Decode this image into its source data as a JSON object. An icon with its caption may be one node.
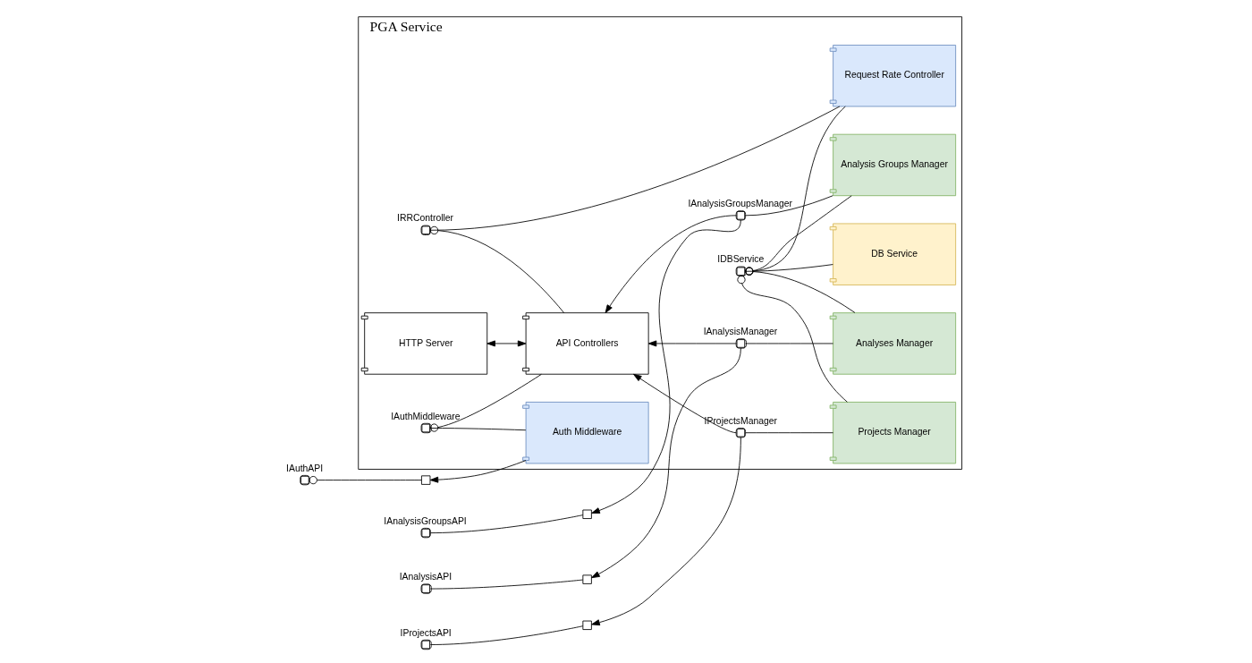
{
  "diagram": {
    "nodes": [
      {
        "text": [
          "PGA Service"
        ]
      },
      {
        "text": [
          "Analysis Groups Manager"
        ],
        "in": 0
      },
      {
        "text": [
          "Analyses Manager"
        ],
        "in": 0
      },
      {
        "text": [
          "Projects Manager"
        ],
        "in": 0
      },
      {
        "text": [
          "DB Service"
        ],
        "in": 0
      },
      {
        "text": [
          "Auth Middleware"
        ],
        "in": 0
      },
      {
        "text": [
          "API Controllers"
        ],
        "in": 0
      },
      {
        "text": [
          "Request Rate Controller"
        ],
        "in": 0
      },
      {
        "text": [
          "HTTP Server"
        ],
        "in": 0
      },
      {
        "text": [
          "IAnalysisGroupsManager"
        ],
        "in": 0
      },
      {
        "text": [
          "IAnalysisManager"
        ],
        "in": 0
      },
      {
        "text": [
          "IProjectsManager"
        ],
        "in": 0
      },
      {
        "text": [
          "IDBService"
        ],
        "in": 0
      },
      {
        "text": [
          "IAuthMiddleware"
        ],
        "in": 0
      },
      {
        "text": [
          "IRRController"
        ],
        "in": 0
      },
      {
        "text": [],
        "shape": "box"
      },
      {
        "text": [],
        "shape": "box"
      },
      {
        "text": [],
        "shape": "box"
      },
      {
        "text": [],
        "shape": "box"
      },
      {
        "text": [
          "IAnalysisGroupsAPI"
        ]
      },
      {
        "text": [
          "IAnalysisAPI"
        ]
      },
      {
        "text": [
          "IProjectsAPI"
        ]
      },
      {
        "text": [
          "IAuthAPI"
        ]
      }
    ],
    "edges": [
      {
        "from": 1,
        "to": 9,
        "arrow": "none"
      },
      {
        "from": 2,
        "to": 10,
        "arrow": "none"
      },
      {
        "from": 3,
        "to": 11,
        "arrow": "none"
      },
      {
        "from": 9,
        "to": 15,
        "arrow": "to"
      },
      {
        "from": 10,
        "to": 16,
        "arrow": "to"
      },
      {
        "from": 11,
        "to": 17,
        "arrow": "to"
      },
      {
        "from": 9,
        "to": 6,
        "arrow": "to"
      },
      {
        "from": 10,
        "to": 6,
        "arrow": "to"
      },
      {
        "from": 11,
        "to": 6,
        "arrow": "to"
      },
      {
        "from": 15,
        "to": 19,
        "arrow": "none"
      },
      {
        "from": 16,
        "to": 20,
        "arrow": "none"
      },
      {
        "from": 17,
        "to": 21,
        "arrow": "none"
      },
      {
        "from": 1,
        "to": 12,
        "arrow": "other"
      },
      {
        "from": 2,
        "to": 12,
        "arrow": "other"
      },
      {
        "from": 3,
        "to": 12,
        "arrow": "other"
      },
      {
        "from": 4,
        "to": 12,
        "arrow": "none"
      },
      {
        "from": 7,
        "to": 12,
        "arrow": "other"
      },
      {
        "from": 5,
        "to": 13,
        "arrow": "none"
      },
      {
        "from": 6,
        "to": 13,
        "arrow": "other"
      },
      {
        "from": 7,
        "to": 14,
        "arrow": "none"
      },
      {
        "from": 6,
        "to": 14,
        "arrow": "other"
      },
      {
        "from": 6,
        "to": 8,
        "arrow": "both"
      },
      {
        "from": 5,
        "to": 18,
        "arrow": "to"
      },
      {
        "from": 18,
        "to": 22,
        "arrow": "other"
      }
    ]
  }
}
